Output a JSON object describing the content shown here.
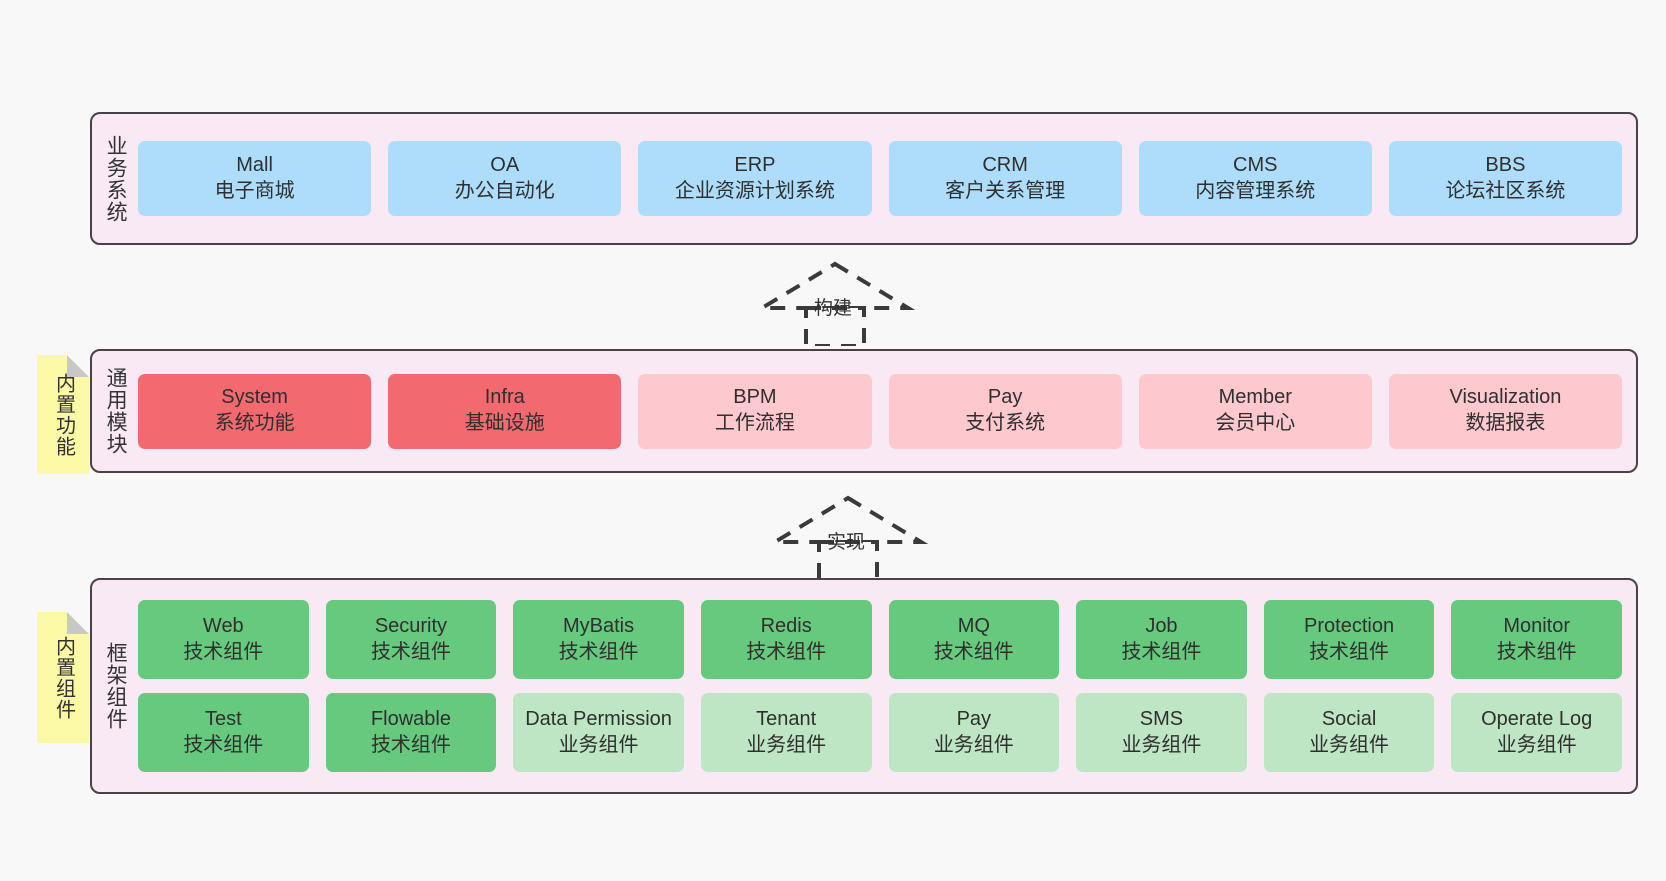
{
  "diagram": {
    "background_color": "#f8f8f8",
    "panel_bg_color": "#f8e9f5",
    "panel_border_color": "#4a4048",
    "note_color": "#fbf8a6",
    "colors": {
      "blue": "#aeddfb",
      "red": "#f26a70",
      "pink": "#fdc8ce",
      "green": "#66c97e",
      "light_green": "#bfe6c4"
    }
  },
  "notes": [
    {
      "label": "内置功能"
    },
    {
      "label": "内置组件"
    }
  ],
  "arrows": [
    {
      "label": "构建",
      "style": "dashed-generalization",
      "direction": "up"
    },
    {
      "label": "实现",
      "style": "dashed-generalization",
      "direction": "up"
    }
  ],
  "layers": [
    {
      "title": "业务系统",
      "rows": [
        {
          "cards": [
            {
              "en": "Mall",
              "cn": "电子商城",
              "color": "blue"
            },
            {
              "en": "OA",
              "cn": "办公自动化",
              "color": "blue"
            },
            {
              "en": "ERP",
              "cn": "企业资源计划系统",
              "color": "blue"
            },
            {
              "en": "CRM",
              "cn": "客户关系管理",
              "color": "blue"
            },
            {
              "en": "CMS",
              "cn": "内容管理系统",
              "color": "blue"
            },
            {
              "en": "BBS",
              "cn": "论坛社区系统",
              "color": "blue"
            }
          ]
        }
      ]
    },
    {
      "title": "通用模块",
      "rows": [
        {
          "cards": [
            {
              "en": "System",
              "cn": "系统功能",
              "color": "red"
            },
            {
              "en": "Infra",
              "cn": "基础设施",
              "color": "red"
            },
            {
              "en": "BPM",
              "cn": "工作流程",
              "color": "pink"
            },
            {
              "en": "Pay",
              "cn": "支付系统",
              "color": "pink"
            },
            {
              "en": "Member",
              "cn": "会员中心",
              "color": "pink"
            },
            {
              "en": "Visualization",
              "cn": "数据报表",
              "color": "pink"
            }
          ]
        }
      ]
    },
    {
      "title": "框架组件",
      "rows": [
        {
          "cards": [
            {
              "en": "Web",
              "cn": "技术组件",
              "color": "green"
            },
            {
              "en": "Security",
              "cn": "技术组件",
              "color": "green"
            },
            {
              "en": "MyBatis",
              "cn": "技术组件",
              "color": "green"
            },
            {
              "en": "Redis",
              "cn": "技术组件",
              "color": "green"
            },
            {
              "en": "MQ",
              "cn": "技术组件",
              "color": "green"
            },
            {
              "en": "Job",
              "cn": "技术组件",
              "color": "green"
            },
            {
              "en": "Protection",
              "cn": "技术组件",
              "color": "green"
            },
            {
              "en": "Monitor",
              "cn": "技术组件",
              "color": "green"
            }
          ]
        },
        {
          "cards": [
            {
              "en": "Test",
              "cn": "技术组件",
              "color": "green"
            },
            {
              "en": "Flowable",
              "cn": "技术组件",
              "color": "green"
            },
            {
              "en": "Data Permission",
              "cn": "业务组件",
              "color": "light_green"
            },
            {
              "en": "Tenant",
              "cn": "业务组件",
              "color": "light_green"
            },
            {
              "en": "Pay",
              "cn": "业务组件",
              "color": "light_green"
            },
            {
              "en": "SMS",
              "cn": "业务组件",
              "color": "light_green"
            },
            {
              "en": "Social",
              "cn": "业务组件",
              "color": "light_green"
            },
            {
              "en": "Operate Log",
              "cn": "业务组件",
              "color": "light_green"
            }
          ]
        }
      ]
    }
  ]
}
